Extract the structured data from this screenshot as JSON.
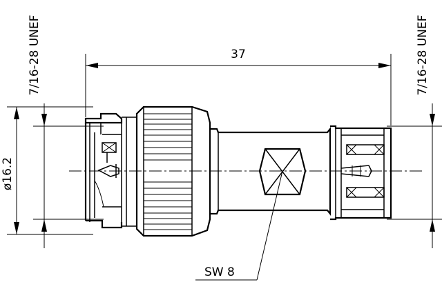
{
  "dimensions": {
    "length": "37",
    "diameter": "ø16.2",
    "thread_left": "7/16-28 UNEF",
    "thread_right": "7/16-28 UNEF",
    "wrench_size": "SW 8"
  }
}
